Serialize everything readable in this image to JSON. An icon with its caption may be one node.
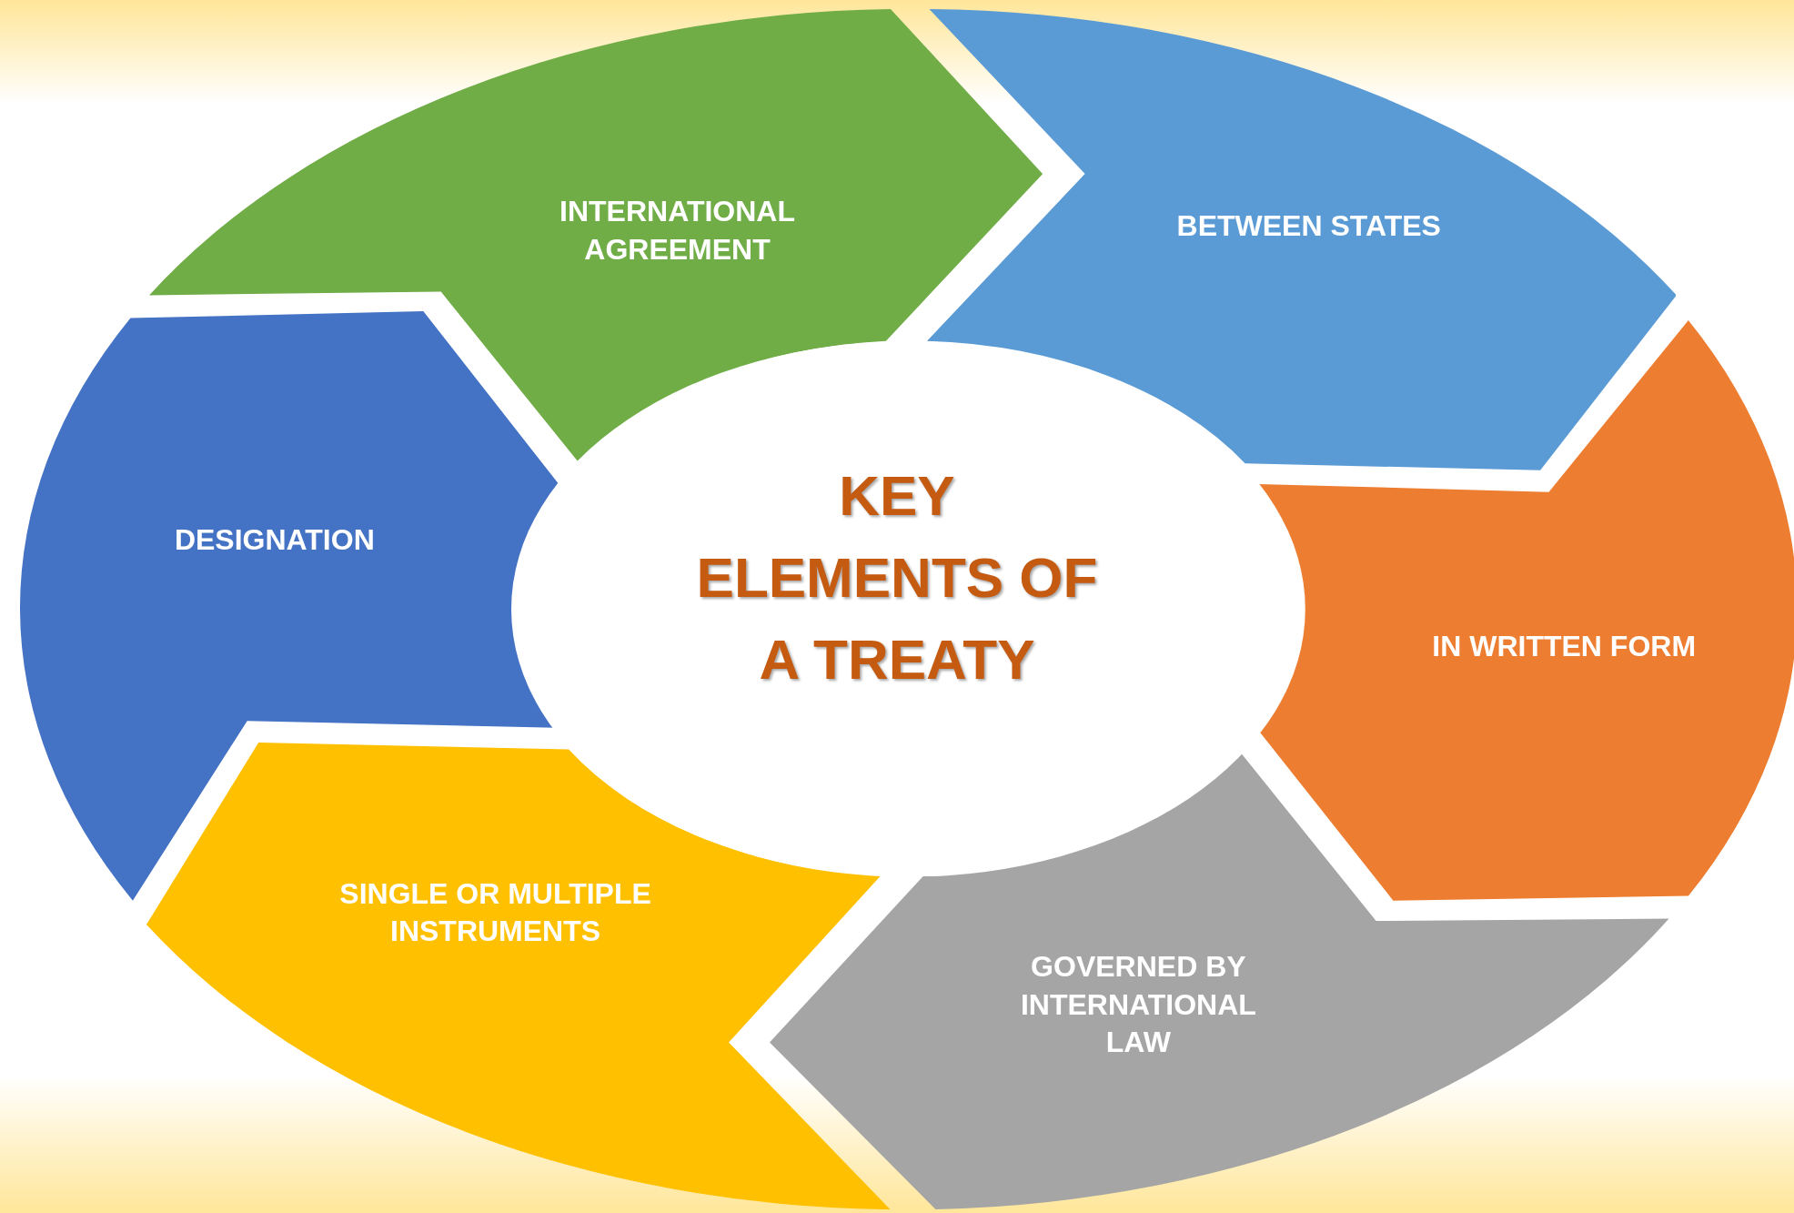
{
  "diagram": {
    "nodes": [
      {
        "text": [
          "KEY ELEMENTS OF A TREATY"
        ]
      },
      {
        "text": [
          "INTERNATIONAL AGREEMENT"
        ]
      },
      {
        "text": [
          "BETWEEN STATES"
        ]
      },
      {
        "text": [
          "IN WRITTEN FORM"
        ]
      },
      {
        "text": [
          "GOVERNED BY INTERNATIONAL LAW"
        ]
      },
      {
        "text": [
          "SINGLE OR MULTIPLE INSTRUMENTS"
        ]
      },
      {
        "text": [
          "DESIGNATION"
        ]
      }
    ]
  }
}
